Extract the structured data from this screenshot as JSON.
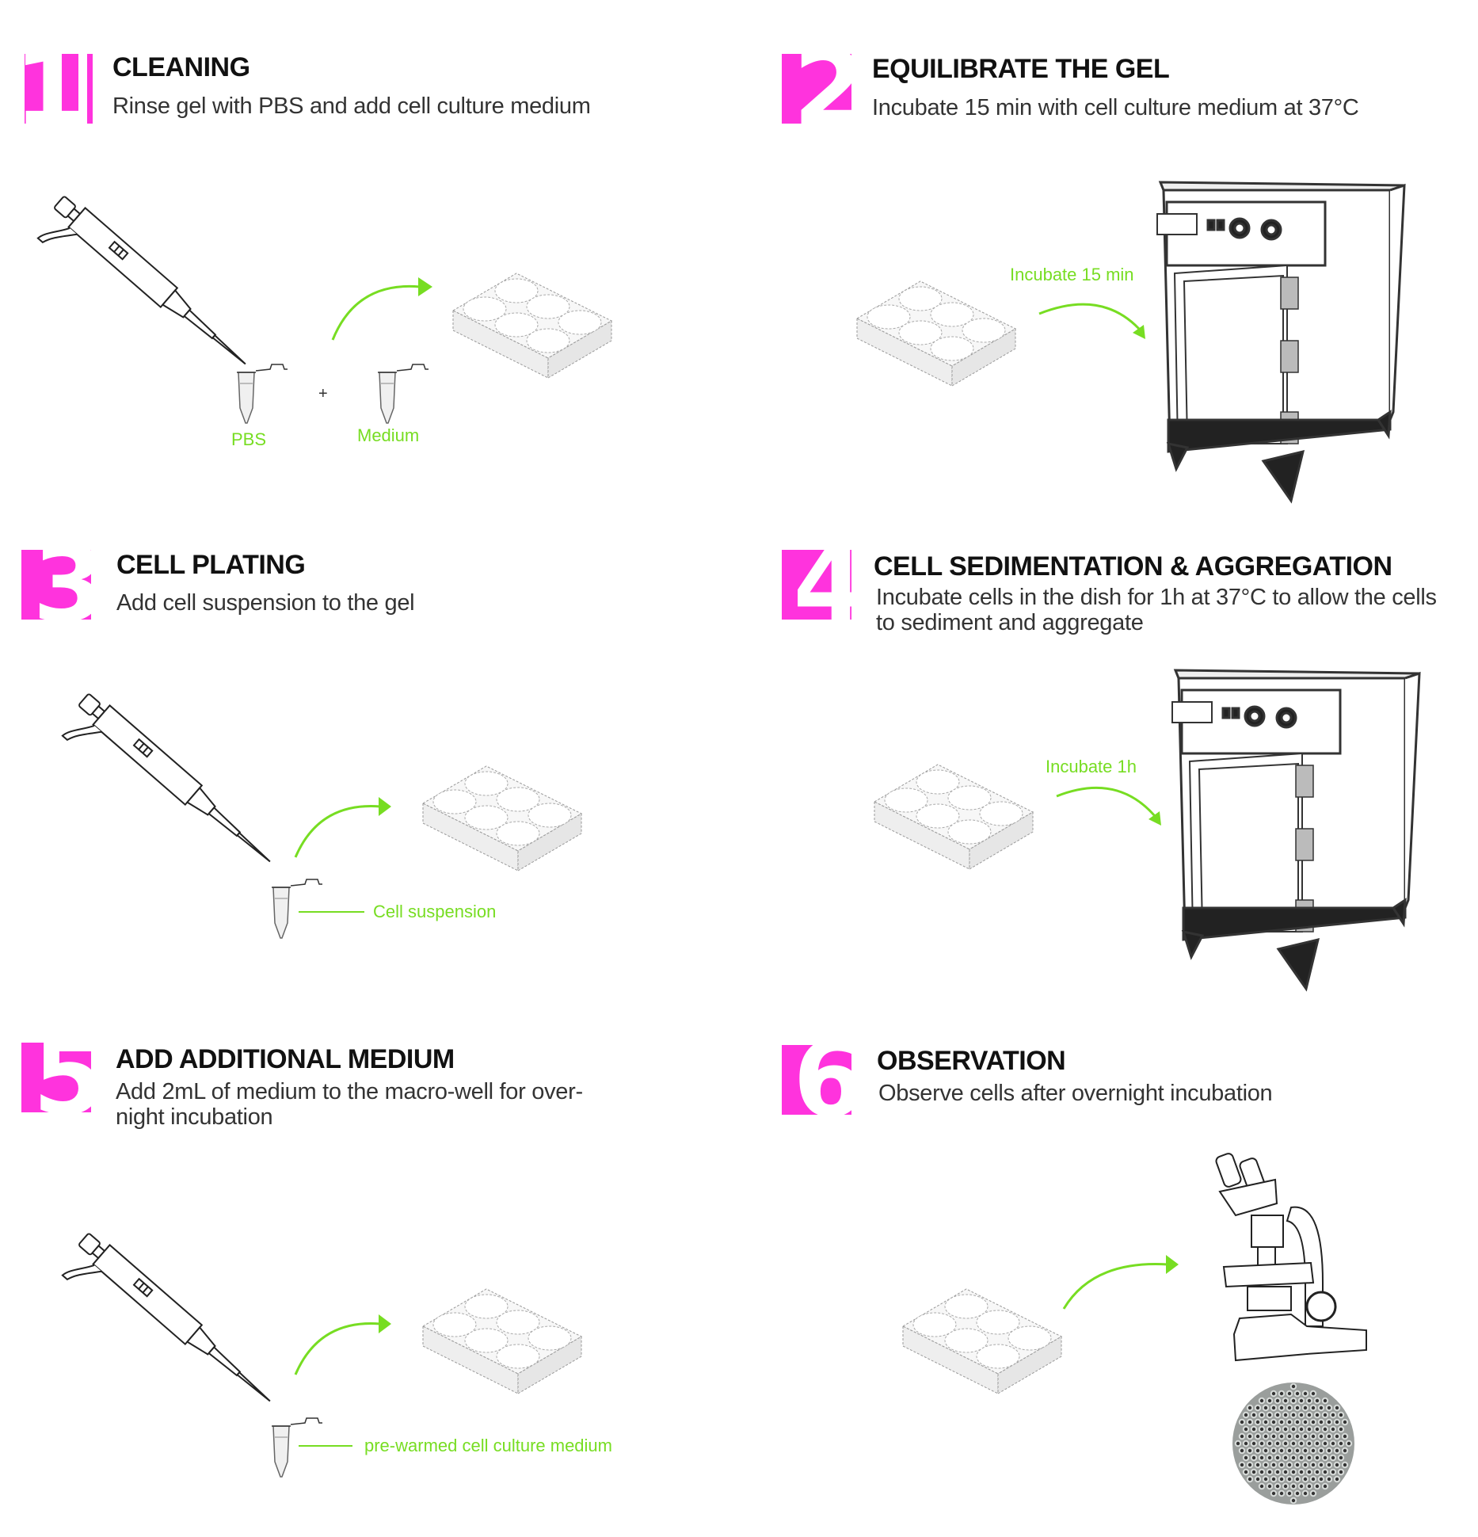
{
  "steps": [
    {
      "number": "1",
      "title": "CLEANING",
      "description": "Rinse gel with PBS and add cell culture medium",
      "labels": [
        "PBS",
        "Medium"
      ],
      "operator": "+"
    },
    {
      "number": "2",
      "title": "EQUILIBRATE THE GEL",
      "description": "Incubate 15 min with cell culture medium at 37°C",
      "labels": [
        "Incubate 15 min"
      ]
    },
    {
      "number": "3",
      "title": "CELL PLATING",
      "description": "Add cell suspension to the gel",
      "labels": [
        "Cell suspension"
      ]
    },
    {
      "number": "4",
      "title": "CELL SEDIMENTATION & AGGREGATION",
      "description": "Incubate cells in the dish for 1h at 37°C to allow the cells to sediment and aggregate",
      "labels": [
        "Incubate 1h"
      ]
    },
    {
      "number": "5",
      "title": "ADD ADDITIONAL MEDIUM",
      "description": "Add 2mL of medium to the macro-well for over-night incubation",
      "labels": [
        "pre-warmed cell culture medium"
      ]
    },
    {
      "number": "6",
      "title": "OBSERVATION",
      "description": "Observe cells after overnight incubation",
      "labels": []
    }
  ],
  "colors": {
    "accent": "#ff33dd",
    "label": "#77dd22",
    "arrow": "#77dd22"
  },
  "icons": [
    "pipette-icon",
    "tube-icon",
    "well-plate-icon",
    "incubator-icon",
    "microscope-icon",
    "cell-image"
  ]
}
